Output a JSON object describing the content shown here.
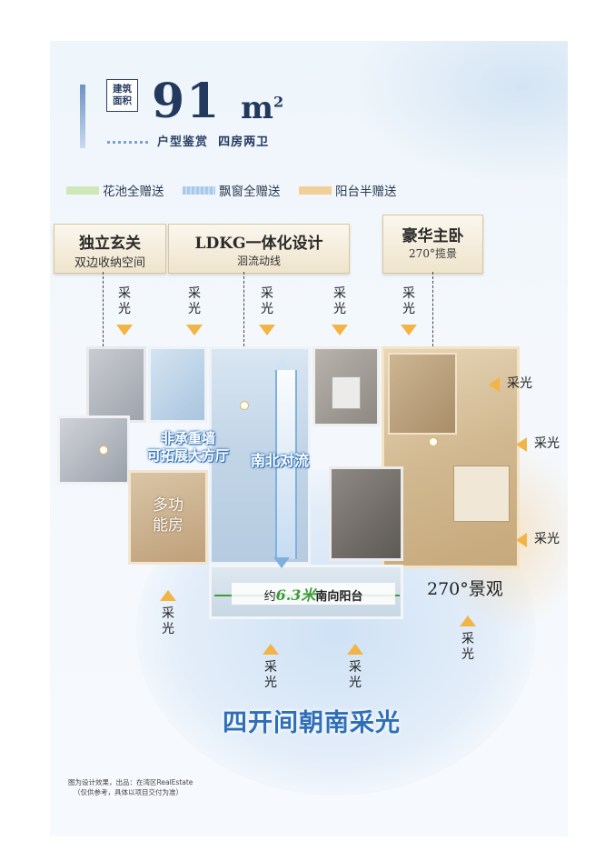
{
  "header": {
    "badge_line1": "建筑",
    "badge_line2": "面积",
    "area_number": "91",
    "area_unit": "m",
    "area_sup": "2",
    "subtitle_a": "户型鉴赏",
    "subtitle_b": "四房两卫"
  },
  "legend": [
    {
      "label": "花池全赠送",
      "color": "#cfe8b8"
    },
    {
      "label": "飘窗全赠送",
      "color": "#a9c9ec"
    },
    {
      "label": "阳台半赠送",
      "color": "#f3cf98"
    }
  ],
  "tags": {
    "entry_title": "独立玄关",
    "entry_sub": "双边收纳空间",
    "ldkg_title": "LDKG一体化设计",
    "ldkg_sub": "洄流动线",
    "master_title": "豪华主卧",
    "master_sub": "270°揽景"
  },
  "light_label": "采光",
  "plan_labels": {
    "non_bearing_line1": "非承重墙",
    "non_bearing_line2": "可拓展大方厅",
    "north_south": "南北对流",
    "multi_room_line1": "多功",
    "multi_room_line2": "能房",
    "balcony_prefix": "约",
    "balcony_value": "6.3米",
    "balcony_suffix": "南向阳台",
    "view_270": "270°景观"
  },
  "bottom_title": "四开间朝南采光",
  "footer": {
    "line1": "图为设计效果，出品：在湾区RealEstate",
    "line2": "（仅供参考，具体以项目交付为准）"
  },
  "colors": {
    "navy": "#23385d",
    "gold_arrow": "#f2b444",
    "blue_flow": "#2c6fb5",
    "balcony_green": "#3f9b3a"
  }
}
